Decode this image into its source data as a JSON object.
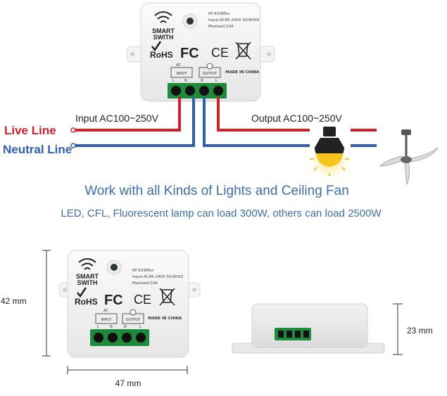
{
  "device": {
    "brand_line1": "SMART",
    "brand_line2": "SWITH",
    "rf_text": "RF:433Mhz",
    "input_text": "Input:AC85-240V 50/60HZ",
    "maxload_text": "Maxload:10A",
    "rohs": "RoHS",
    "fc": "FC",
    "ce": "CE",
    "ac_label": "AC",
    "input_label": "INPUT",
    "output_label": "OUTPUT",
    "made_in": "MADE IN CHINA",
    "term_l": "L",
    "term_n": "N",
    "term_n2": "N",
    "term_l2": "L"
  },
  "wiring": {
    "input_label": "Input AC100~250V",
    "output_label": "Output AC100~250V",
    "live_line": "Live Line",
    "neutral_line": "Neutral Line"
  },
  "captions": {
    "headline": "Work with all Kinds of Lights and Ceiling Fan",
    "subline": "LED, CFL, Fluorescent lamp can load 300W, others can load 2500W"
  },
  "dimensions": {
    "height": "42 mm",
    "width": "47 mm",
    "depth": "23 mm"
  },
  "colors": {
    "live": "#d4202a",
    "neutral": "#2d5fb0",
    "headline": "#3f6fa8",
    "terminal": "#1f8a3a",
    "bulb": "#f7c51e"
  },
  "icons": {
    "wifi": "wifi-icon",
    "bulb": "light-bulb-icon",
    "fan": "ceiling-fan-icon"
  }
}
